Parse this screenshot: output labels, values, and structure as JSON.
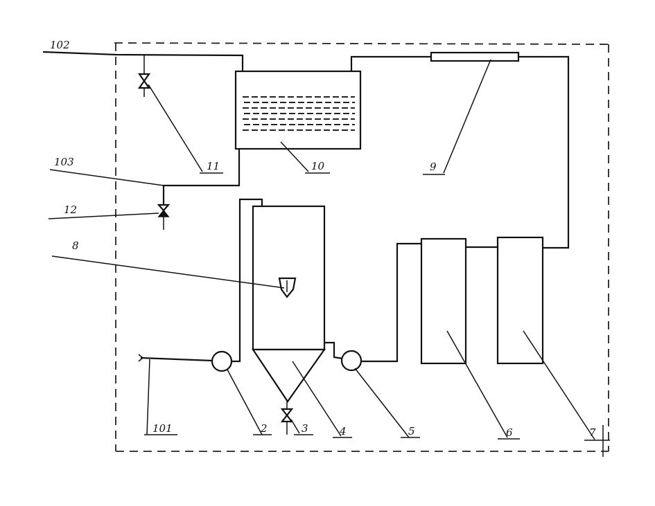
{
  "diagram": {
    "labels": {
      "r101": "101",
      "r102": "102",
      "r103": "103",
      "r2": "2",
      "r3": "3",
      "r4": "4",
      "r5": "5",
      "r6": "6",
      "r7": "7",
      "r8": "8",
      "r9": "9",
      "r10": "10",
      "r11": "11",
      "r12": "12"
    }
  }
}
